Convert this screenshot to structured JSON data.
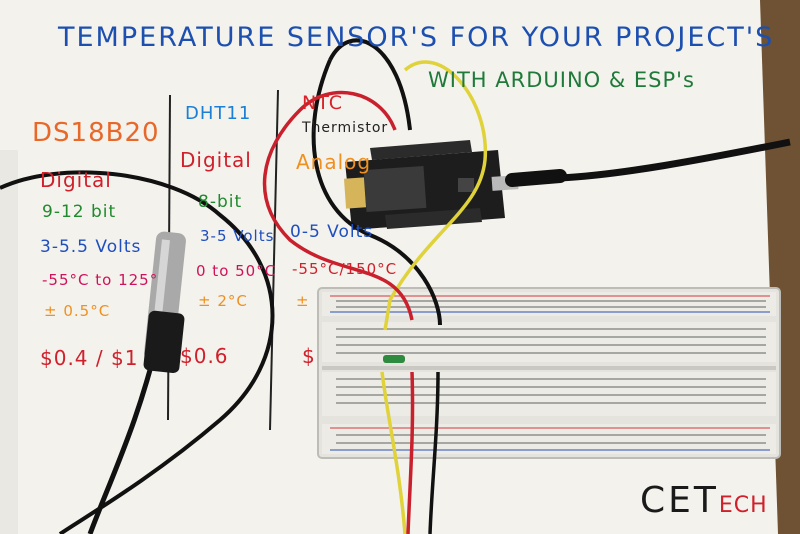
{
  "board": {
    "title": "TEMPERATURE SENSOR'S FOR YOUR PROJECT'S",
    "subtitle": "WITH ARDUINO & ESP's",
    "ds18b20": {
      "name": "DS18B20",
      "type": "Digital",
      "resolution": "9-12 bit",
      "voltage": "3-5.5 Volts",
      "range": "-55°C to 125°",
      "accuracy": "± 0.5°C",
      "price": "$0.4 / $1"
    },
    "dht11": {
      "name": "DHT11",
      "type": "Digital",
      "resolution": "8-bit",
      "voltage": "3-5 Volts",
      "range": "0 to 50°C",
      "accuracy": "± 2°C",
      "price": "$0.6"
    },
    "ntc": {
      "name": "NTC",
      "sub": "Thermistor",
      "type": "Analog",
      "voltage": "0-5 Volts",
      "range": "-55°C/150°C",
      "accuracy": "±",
      "price": "$"
    }
  },
  "logo": {
    "main": "CET",
    "suffix": "ECH"
  },
  "colors": {
    "paper": "#f4f3ee",
    "table": "#8a6a44",
    "breadboard": "#e6e5e1",
    "pcb": "#1d1d1d",
    "wire_red": "#c8202c",
    "wire_yellow": "#e0d23a",
    "wire_black": "#111111"
  }
}
